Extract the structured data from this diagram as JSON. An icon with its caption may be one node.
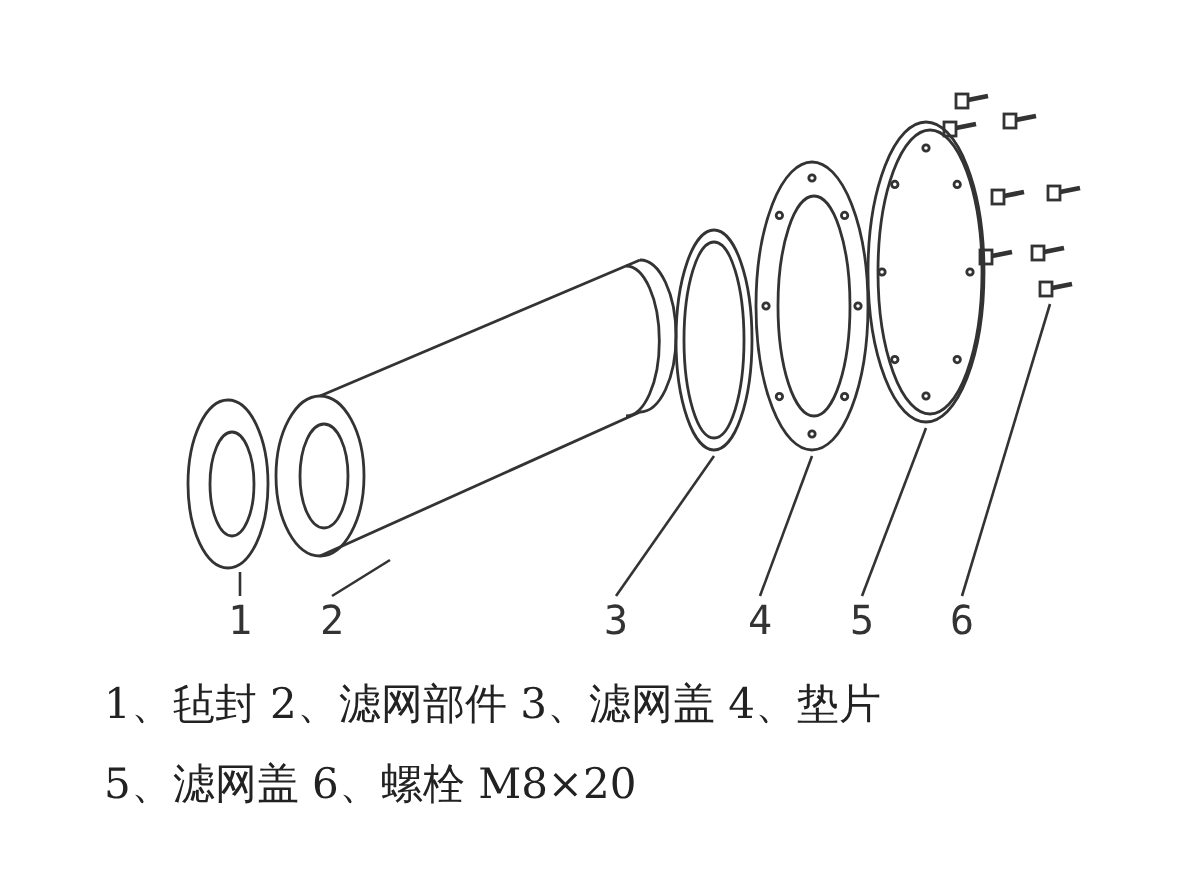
{
  "diagram": {
    "nodes": [
      {
        "text": [],
        "shape": "picture"
      },
      {
        "text": [],
        "shape": "picture"
      },
      {
        "text": [],
        "shape": "picture"
      },
      {
        "text": [],
        "shape": "picture"
      },
      {
        "text": [],
        "shape": "picture"
      },
      {
        "text": [],
        "shape": "picture"
      },
      {
        "text": [
          "1"
        ]
      },
      {
        "text": [
          "2"
        ]
      },
      {
        "text": [
          "3"
        ]
      },
      {
        "text": [
          "4"
        ]
      },
      {
        "text": [
          "5"
        ]
      },
      {
        "text": [
          "6"
        ]
      }
    ],
    "edges": [
      {
        "from": 6,
        "to": 0,
        "arrow": "none"
      },
      {
        "from": 7,
        "to": 1,
        "arrow": "none"
      },
      {
        "from": 8,
        "to": 2,
        "arrow": "none"
      },
      {
        "from": 9,
        "to": 3,
        "arrow": "none"
      },
      {
        "from": 10,
        "to": 4,
        "arrow": "none"
      },
      {
        "from": 11,
        "to": 5,
        "arrow": "none"
      }
    ],
    "labels": [
      "1、毡封 2、滤网部件 3、滤网盖 4、垫片",
      "5、滤网盖 6、螺栓 M8×20"
    ]
  }
}
